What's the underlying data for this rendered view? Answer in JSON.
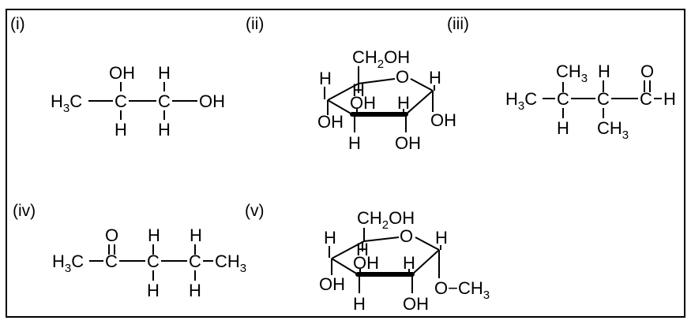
{
  "labels": [
    "(i)",
    "(ii)",
    "(iii)",
    "(iv)",
    "(v)"
  ],
  "structures": {
    "s1": {
      "top": [
        "OH",
        "H"
      ],
      "h3c": "H3C",
      "c": "C",
      "oh_right": "OH",
      "bottom": [
        "H",
        "H"
      ]
    },
    "s2": {
      "ch2oh": "CH2OH",
      "o": "O",
      "h_top_left": "H",
      "h_top_right": "H",
      "h_inner": "H",
      "oh_inner": "OH",
      "h_right_inner": "H",
      "oh_left": "OH",
      "oh_right": "OH",
      "h_bottom": "H",
      "oh_bottom": "OH"
    },
    "s3": {
      "ch3_top": "CH3",
      "h_top": "H",
      "o": "O",
      "h3c": "H3C",
      "c": "C",
      "h_right": "H",
      "h_bottom": "H",
      "ch3_bottom": "CH3"
    },
    "s4": {
      "o": "O",
      "h_top": [
        "H",
        "H"
      ],
      "h3c": "H3C",
      "c": "C",
      "ch3_right": "CH3",
      "h_bottom": [
        "H",
        "H"
      ]
    },
    "s5": {
      "ch2oh": "CH2OH",
      "o": "O",
      "h_top_left": "H",
      "h_top_right": "H",
      "h_inner": "H",
      "oh_inner": "OH",
      "h_right_inner": "H",
      "oh_left": "OH",
      "och3": "O−CH3",
      "h_bottom": "H",
      "oh_bottom": "OH"
    }
  }
}
